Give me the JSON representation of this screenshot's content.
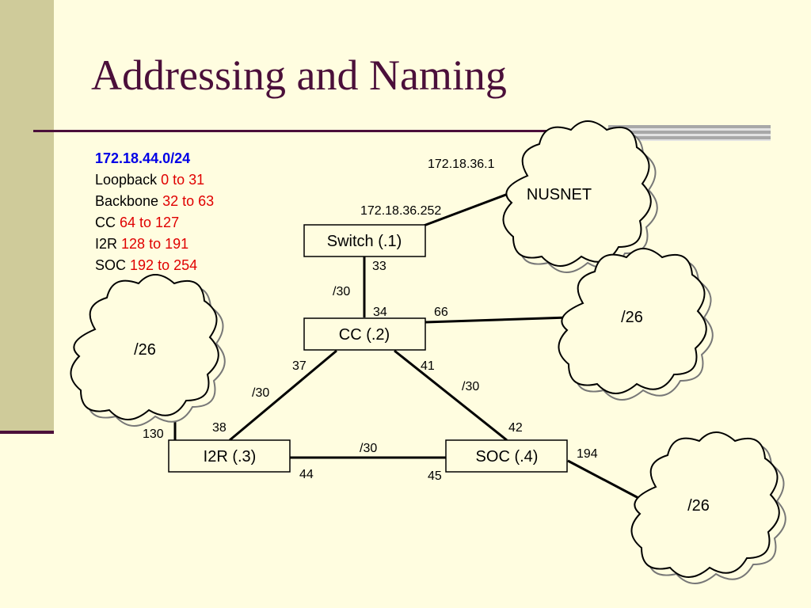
{
  "slide": {
    "title": "Addressing and Naming"
  },
  "legend": {
    "heading": "172.18.44.0/24",
    "rows": [
      {
        "name": "Loopback",
        "range": "0 to 31"
      },
      {
        "name": "Backbone",
        "range": "32 to 63"
      },
      {
        "name": "CC",
        "range": "64 to 127"
      },
      {
        "name": "I2R",
        "range": "128 to 191"
      },
      {
        "name": "SOC",
        "range": "192 to 254"
      }
    ]
  },
  "nodes": {
    "switch": "Switch (.1)",
    "cc": "CC (.2)",
    "i2r": "I2R (.3)",
    "soc": "SOC (.4)"
  },
  "clouds": {
    "nusnet": "NUSNET",
    "cc_net": "/26",
    "i2r_net": "/26",
    "soc_net": "/26"
  },
  "links": {
    "nusnet_addr": "172.18.36.1",
    "switch_uplink": "172.18.36.252",
    "switch_cc_switch_end": "33",
    "switch_cc_mask": "/30",
    "switch_cc_cc_end": "34",
    "cc_lan": "66",
    "cc_i2r_cc_end": "37",
    "cc_i2r_mask": "/30",
    "cc_i2r_i2r_end": "38",
    "cc_soc_cc_end": "41",
    "cc_soc_mask": "/30",
    "cc_soc_soc_end": "42",
    "i2r_soc_mask": "/30",
    "i2r_soc_i2r_end": "44",
    "i2r_soc_soc_end": "45",
    "i2r_lan": "130",
    "soc_lan": "194"
  },
  "colors": {
    "background": "#FFFDE0",
    "accent": "#4B0F3A",
    "sidebar": "#CFCB9A",
    "legend_heading": "#0000E6",
    "legend_range": "#E00000",
    "node_fill": "#FFFDE0"
  }
}
